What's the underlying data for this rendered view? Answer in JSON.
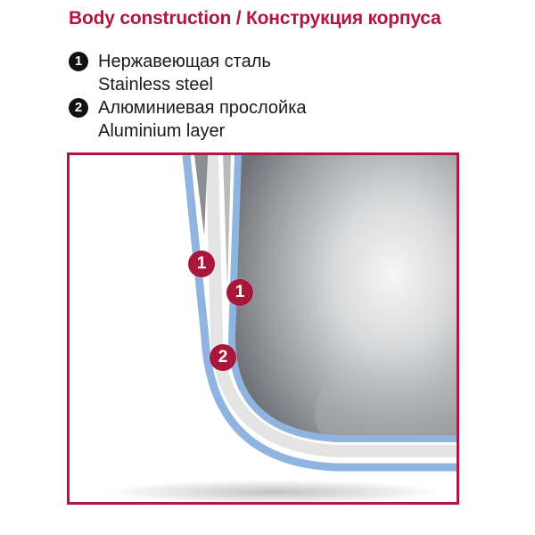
{
  "header": {
    "title": "Body construction / Конструкция корпуса"
  },
  "legend": {
    "items": [
      {
        "number": "1",
        "label_ru": "Нержавеющая сталь",
        "label_en": "Stainless steel"
      },
      {
        "number": "2",
        "label_ru": "Алюминиевая прослойка",
        "label_en": "Aluminium layer"
      }
    ]
  },
  "diagram": {
    "markers": [
      {
        "number": "1",
        "refers_to": "Stainless steel (outer)"
      },
      {
        "number": "1",
        "refers_to": "Stainless steel (inner)"
      },
      {
        "number": "2",
        "refers_to": "Aluminium layer"
      }
    ],
    "colors": {
      "frame": "#b01840",
      "steel_layer": "#8fb4df",
      "aluminium_layer": "#e4e4e4",
      "marker": "#a8173a"
    }
  }
}
